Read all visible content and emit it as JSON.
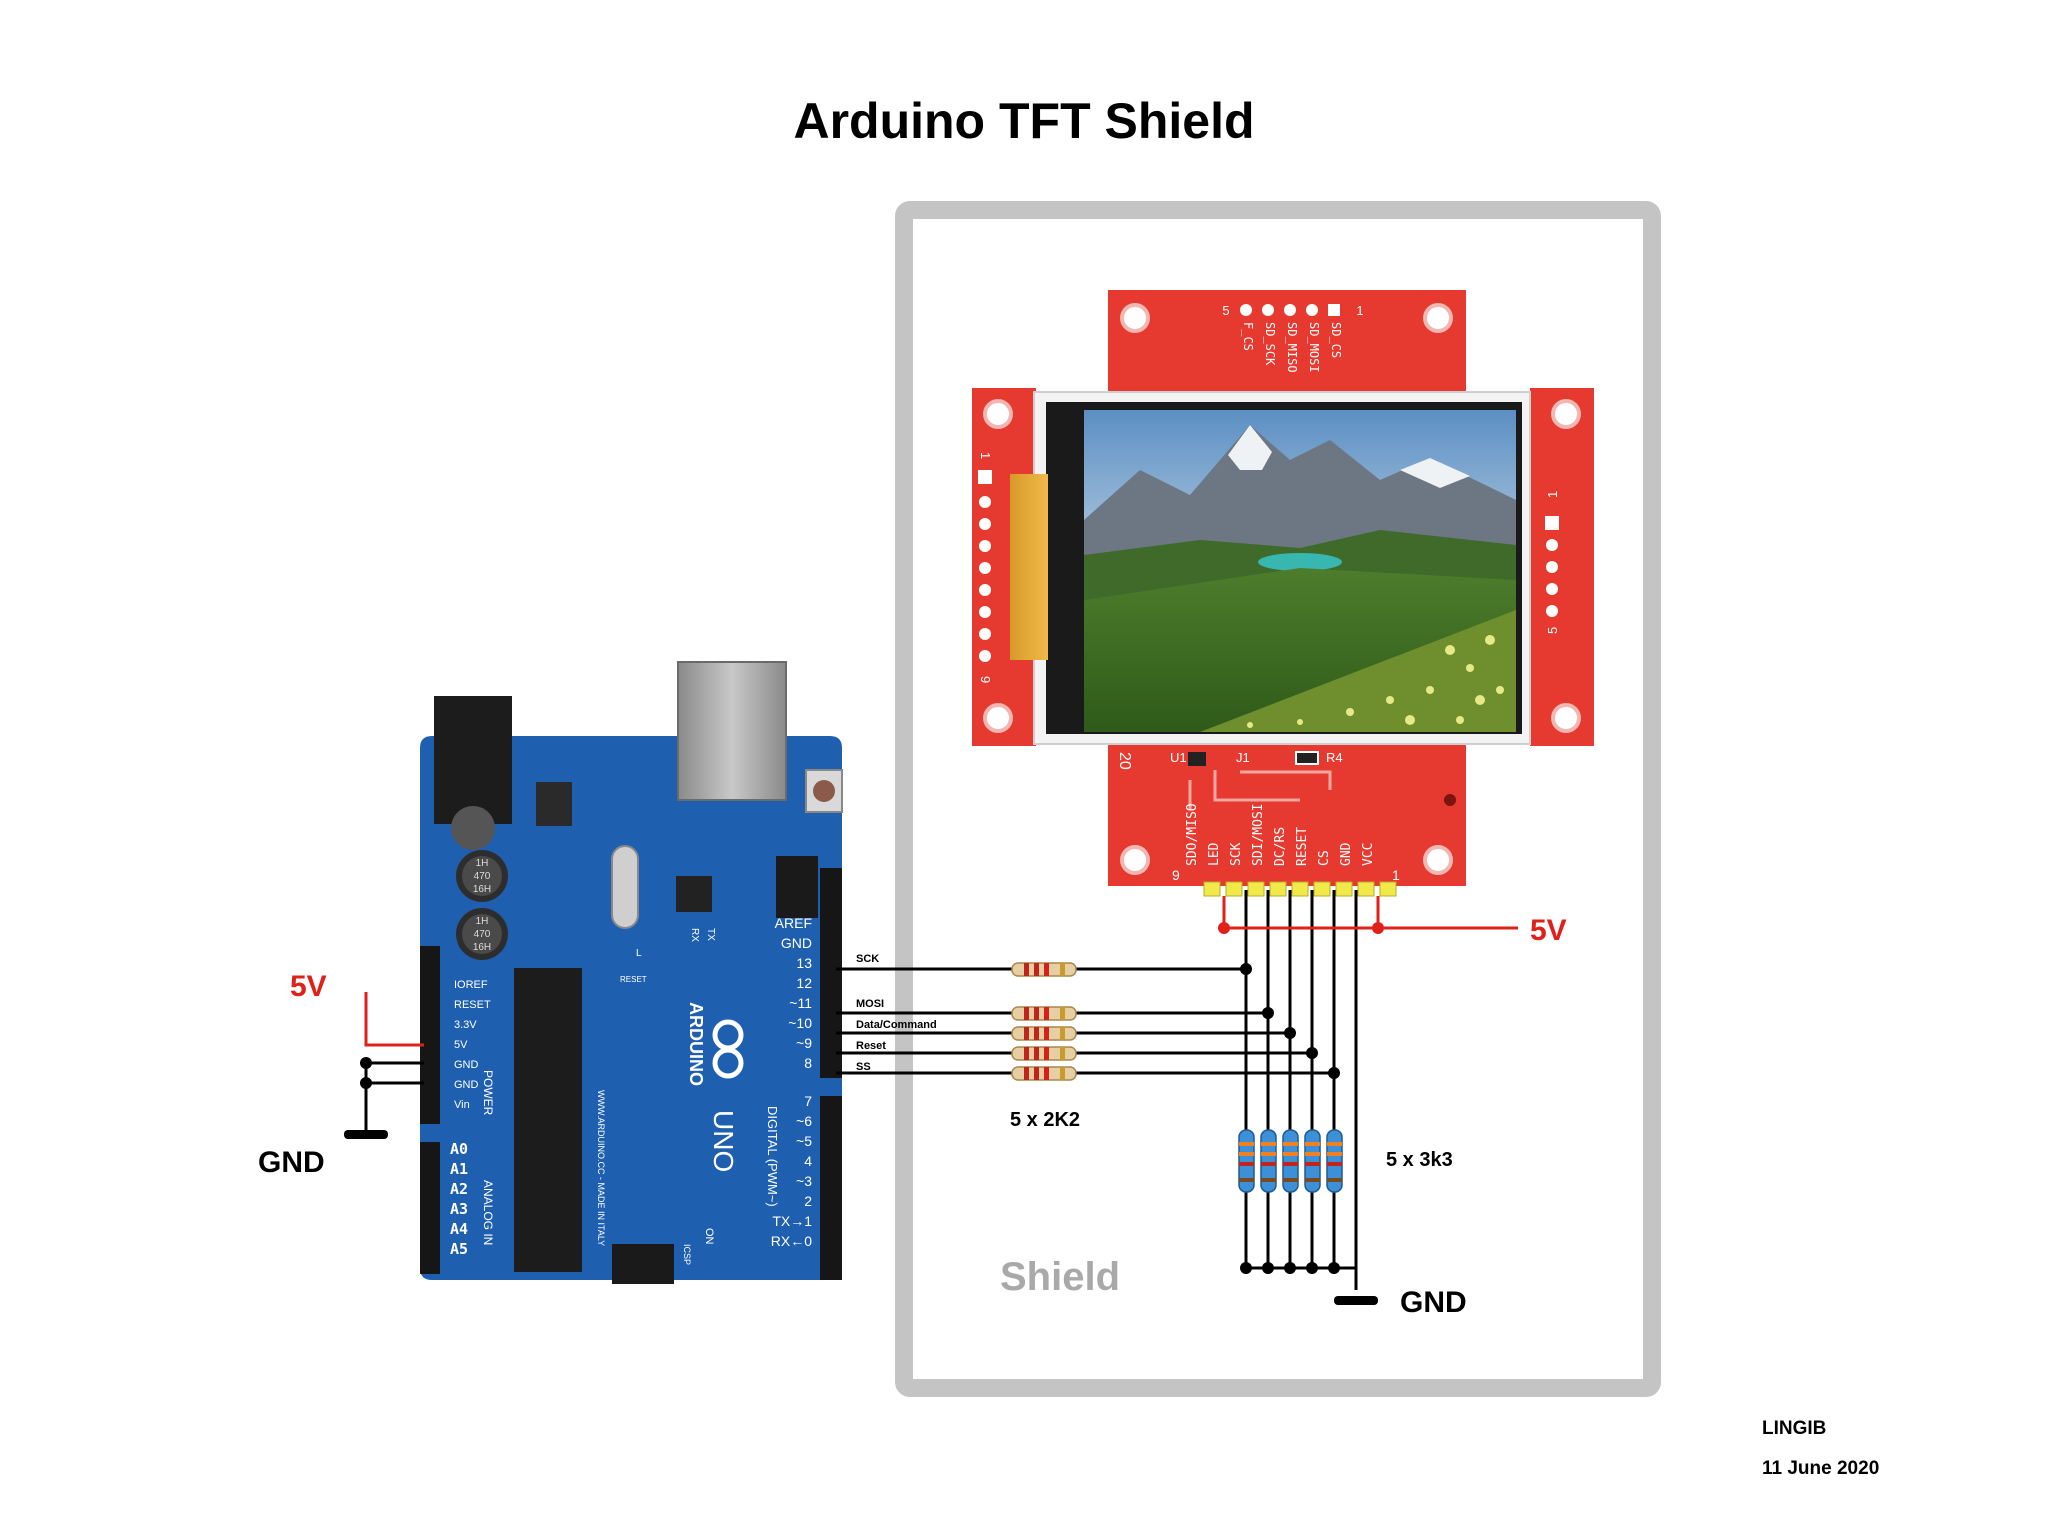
{
  "title": "Arduino TFT Shield",
  "shield_label": "Shield",
  "author": "LINGIB",
  "date": "11 June 2020",
  "colors": {
    "board_blue": "#1e5fb0",
    "pcb_red": "#e63a30",
    "power_red": "#e0201a",
    "frame_gray": "#c4c4c4",
    "pin_yellow": "#f1e94a"
  },
  "arduino": {
    "brand": "ARDUINO",
    "model": "UNO",
    "website": "WWW.ARDUINO.CC - MADE IN ITALY",
    "digital_label": "DIGITAL (PWM~)",
    "power_label": "POWER",
    "analog_label": "ANALOG IN",
    "reset_label": "RESET",
    "icsp_label": "ICSP",
    "on_label": "ON",
    "l_label": "L",
    "tx_label": "TX",
    "rx_label": "RX",
    "ioref": "IOREF",
    "power_pins": [
      "IOREF",
      "RESET",
      "3.3V",
      "5V",
      "GND",
      "GND",
      "Vin"
    ],
    "analog_pins": [
      "A0",
      "A1",
      "A2",
      "A3",
      "A4",
      "A5"
    ],
    "digital_top": [
      "AREF",
      "GND",
      "13",
      "12",
      "~11",
      "~10",
      "~9",
      "8"
    ],
    "digital_bottom": [
      "7",
      "~6",
      "~5",
      "4",
      "~3",
      "2",
      "TX→1",
      "RX←0"
    ],
    "cap_text": [
      "1H",
      "470",
      "16H"
    ]
  },
  "left_power": {
    "v5": "5V",
    "gnd": "GND"
  },
  "signals": [
    "SCK",
    "MOSI",
    "Data/Command",
    "Reset",
    "SS"
  ],
  "resistors_series": "5 x 2K2",
  "resistors_pulldown": "5 x 3k3",
  "tft": {
    "top_pins": [
      "SD_CS",
      "SD_MOSI",
      "SD_MISO",
      "SD_SCK",
      "F_CS"
    ],
    "top_nums": [
      "1",
      "5"
    ],
    "left_nums": [
      "1",
      "9"
    ],
    "right_nums": [
      "1",
      "5"
    ],
    "bottom_pins": [
      "SDO/MISO",
      "LED",
      "SCK",
      "SDI/MOSI",
      "DC/RS",
      "RESET",
      "CS",
      "GND",
      "VCC"
    ],
    "bottom_nums": [
      "9",
      "1"
    ],
    "part_labels": [
      "U1",
      "J1",
      "R4",
      "20"
    ]
  },
  "right_power": {
    "v5": "5V",
    "gnd": "GND"
  }
}
